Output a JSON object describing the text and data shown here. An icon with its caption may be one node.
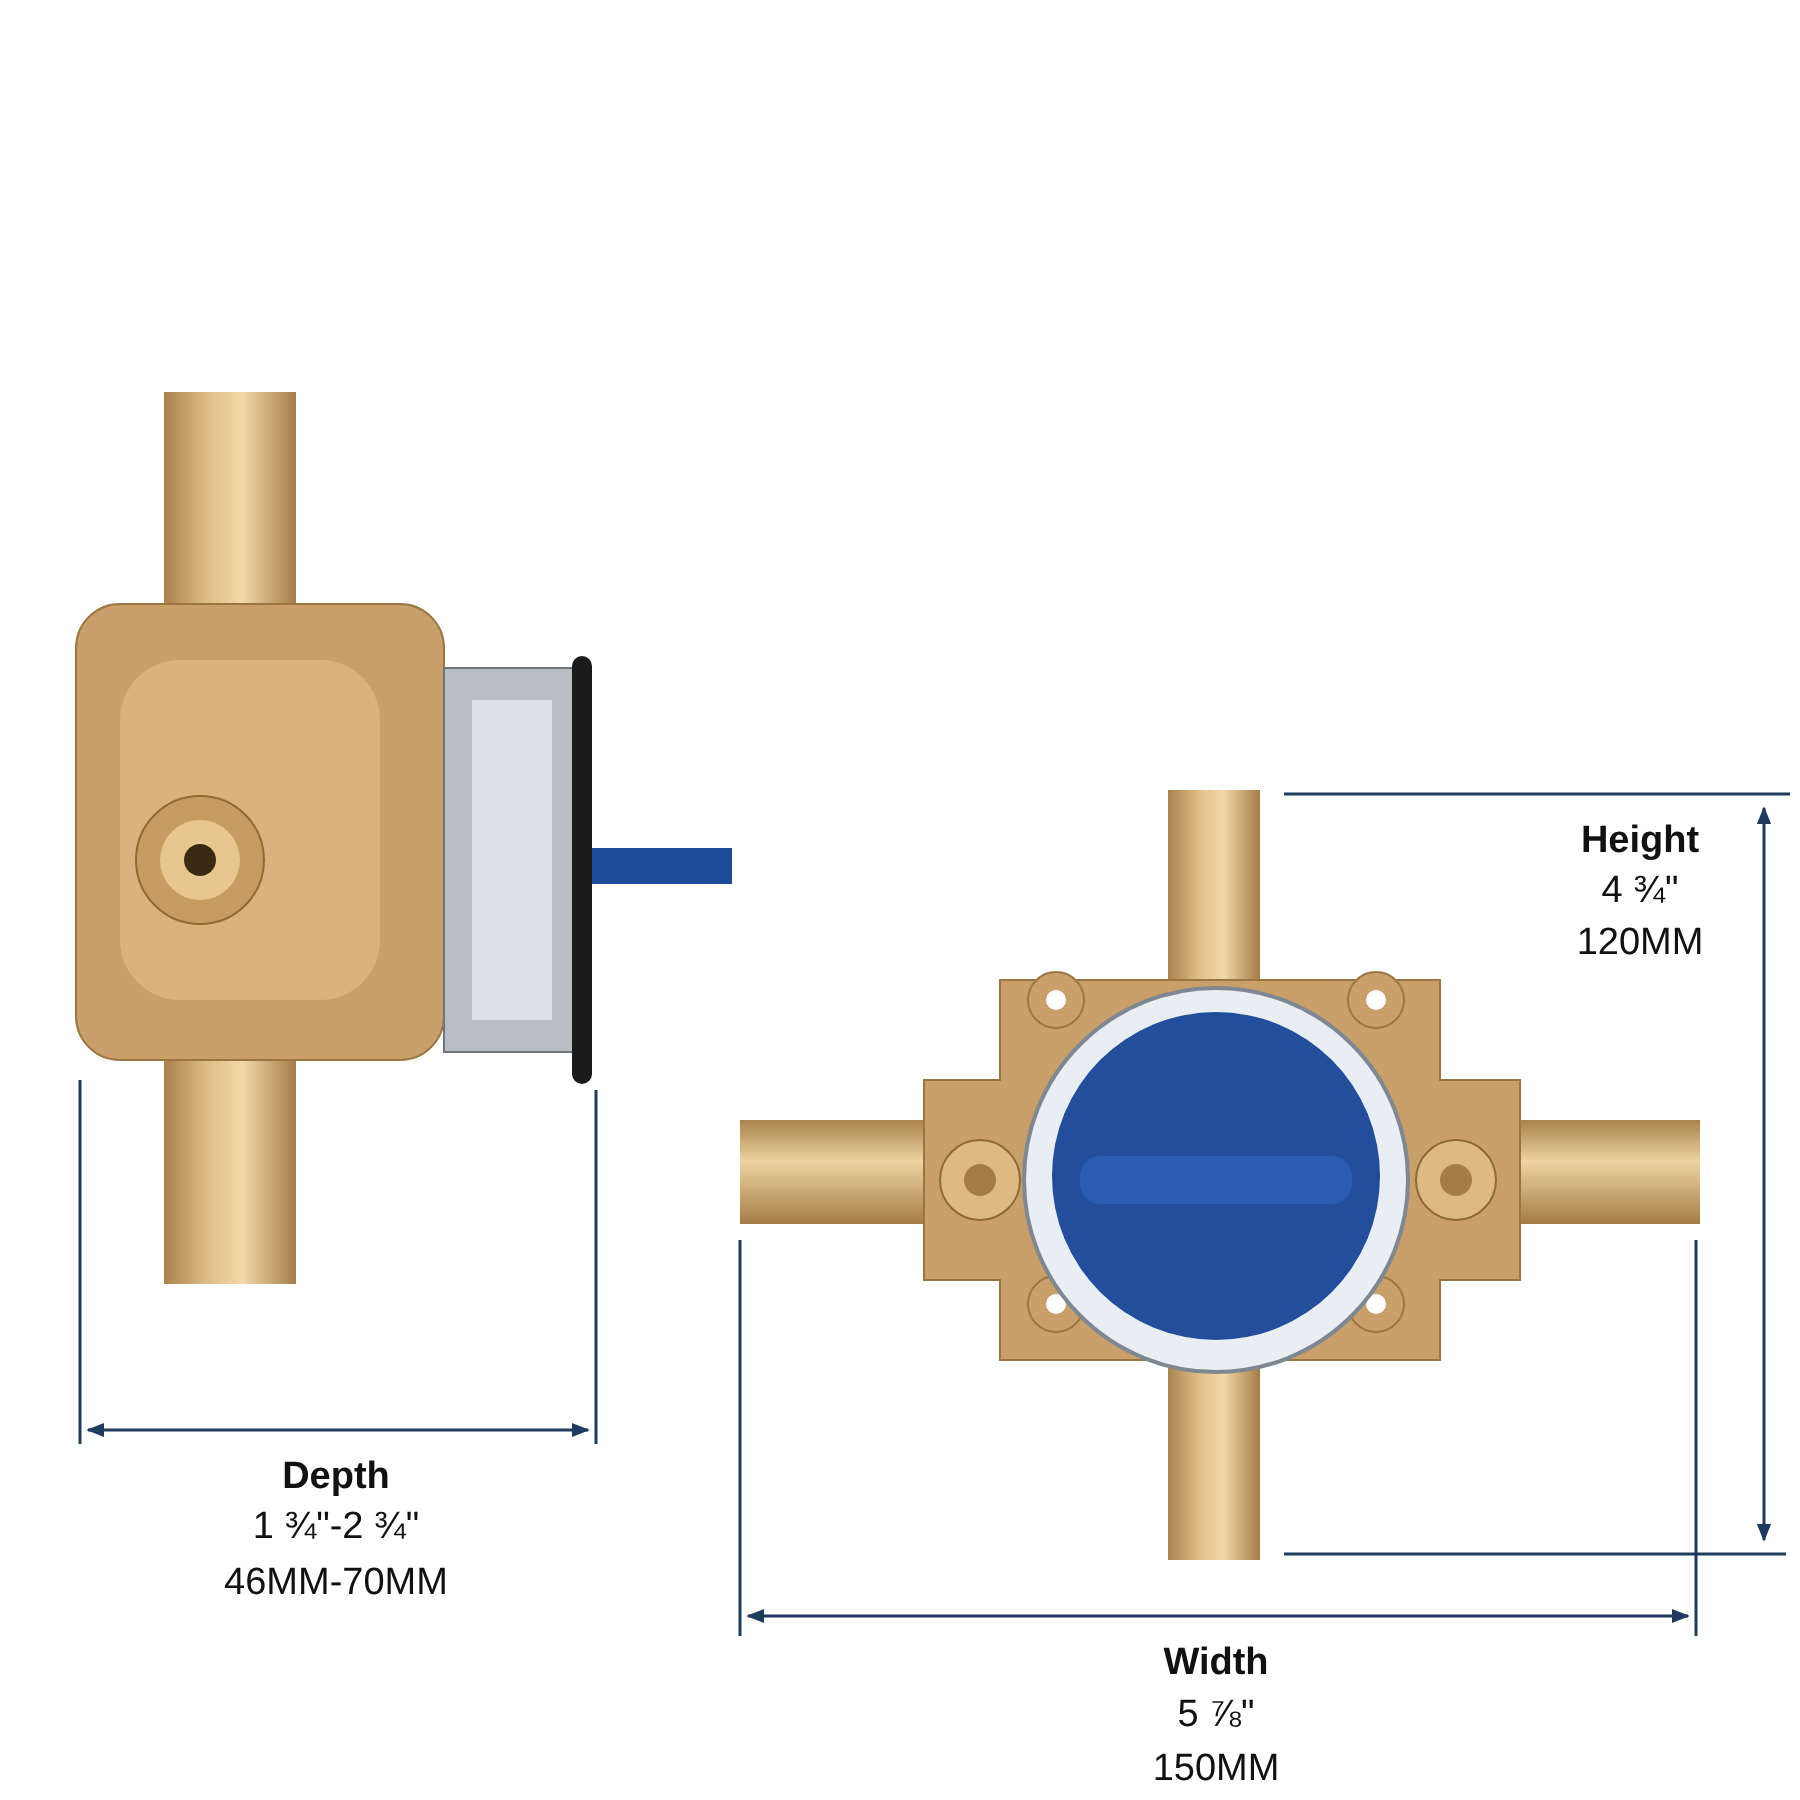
{
  "diagram": {
    "labels": [
      "Height",
      "4 ¾\"",
      "120MM",
      "Depth",
      "1 ¾\"-2 ¾\"",
      "46MM-70MM",
      "Width",
      "5 ⅞\"",
      "150MM"
    ]
  }
}
